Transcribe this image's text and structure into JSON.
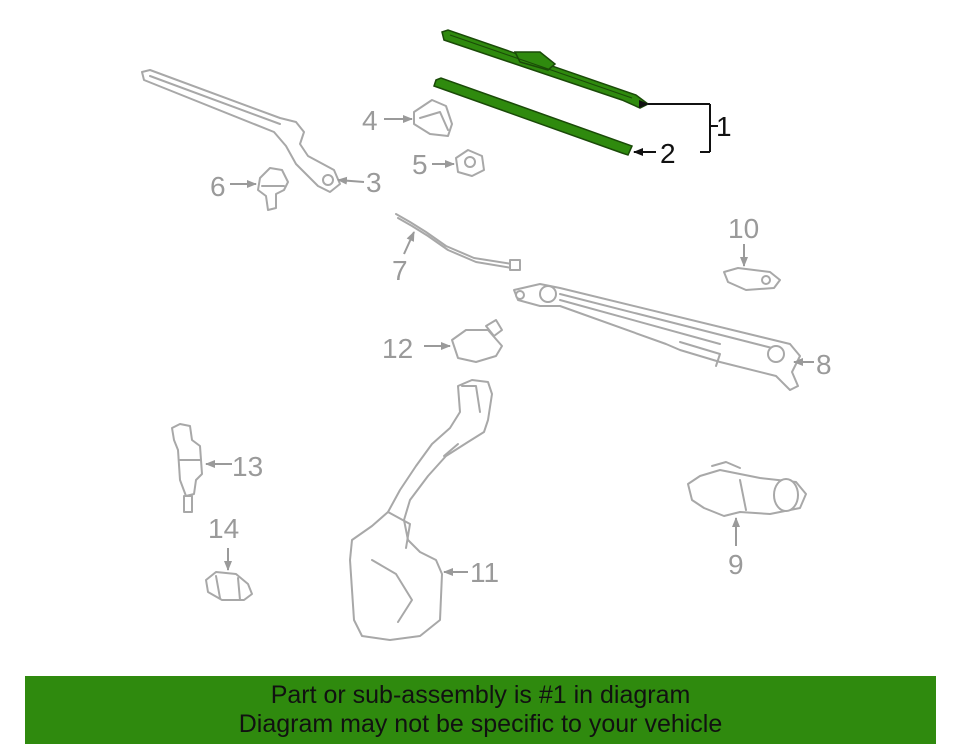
{
  "diagram": {
    "callouts": {
      "c1": "1",
      "c2": "2",
      "c3": "3",
      "c4": "4",
      "c5": "5",
      "c6": "6",
      "c7": "7",
      "c8": "8",
      "c9": "9",
      "c10": "10",
      "c11": "11",
      "c12": "12",
      "c13": "13",
      "c14": "14"
    },
    "highlight_color": "#2f8a0e",
    "part_line_color": "#a8a8a8"
  },
  "banner": {
    "line1": "Part or sub-assembly is #1 in diagram",
    "line2": "Diagram may not be specific to your vehicle",
    "background": "#2f8a0e"
  }
}
